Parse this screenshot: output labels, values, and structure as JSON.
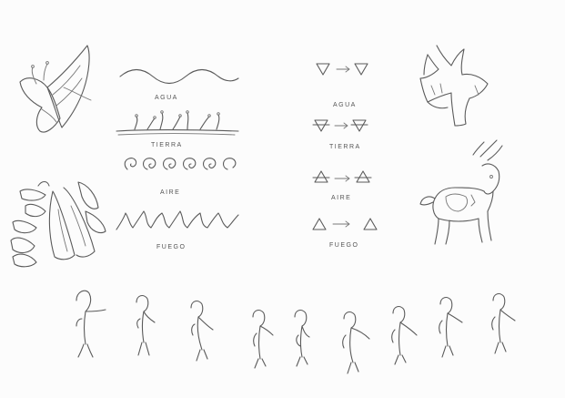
{
  "left_column": {
    "agua": "AGUA",
    "tierra": "TIERRA",
    "aire": "AIRE",
    "fuego": "FUEGO"
  },
  "right_column": {
    "agua": "AGUA",
    "tierra": "TIERRA",
    "aire": "AIRE",
    "fuego": "FUEGO"
  },
  "arrow_glyph": "→"
}
